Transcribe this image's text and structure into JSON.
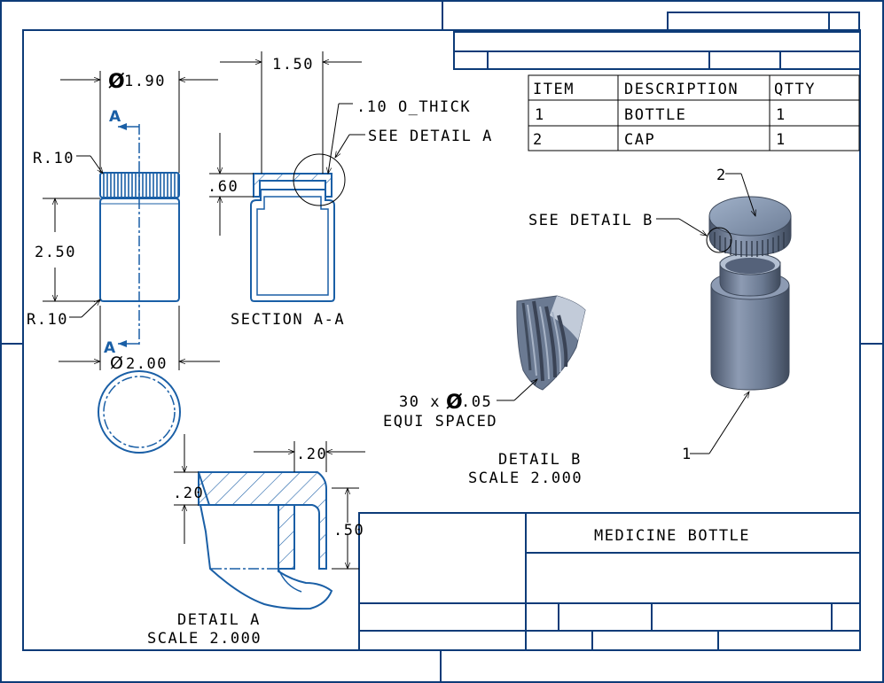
{
  "title_block": {
    "title": "MEDICINE BOTTLE"
  },
  "bom": {
    "headers": [
      "ITEM",
      "DESCRIPTION",
      "QTTY"
    ],
    "rows": [
      [
        "1",
        "BOTTLE",
        "1"
      ],
      [
        "2",
        "CAP",
        "1"
      ]
    ]
  },
  "dimensions": {
    "cap_diameter": "1.90",
    "cap_radius": "R.10",
    "body_height": "2.50",
    "bottom_radius": "R.10",
    "body_diameter": "2.00",
    "section_width": "1.50",
    "cap_height": ".60",
    "thickness_note": ".10 O_THICK",
    "see_detail_a": "SEE DETAIL  A",
    "detail_a_w": ".20",
    "detail_a_h1": ".20",
    "detail_a_h2": ".50",
    "see_detail_b": "SEE DETAIL  B",
    "ribs_count": "30 x",
    "ribs_dia": ".05",
    "ribs_note": "EQUI SPACED"
  },
  "views": {
    "section_marker": "A",
    "section_label": "SECTION  A-A",
    "detail_a_label": "DETAIL  A",
    "detail_a_scale": "SCALE  2.000",
    "detail_b_label": "DETAIL  B",
    "detail_b_scale": "SCALE  2.000"
  },
  "balloons": {
    "cap_item": "2",
    "bottle_item": "1"
  },
  "colors": {
    "frame": "#0d3b78",
    "geometry": "#1a5fa6",
    "dimension": "#000000",
    "shaded_part": "#6b7a92"
  }
}
